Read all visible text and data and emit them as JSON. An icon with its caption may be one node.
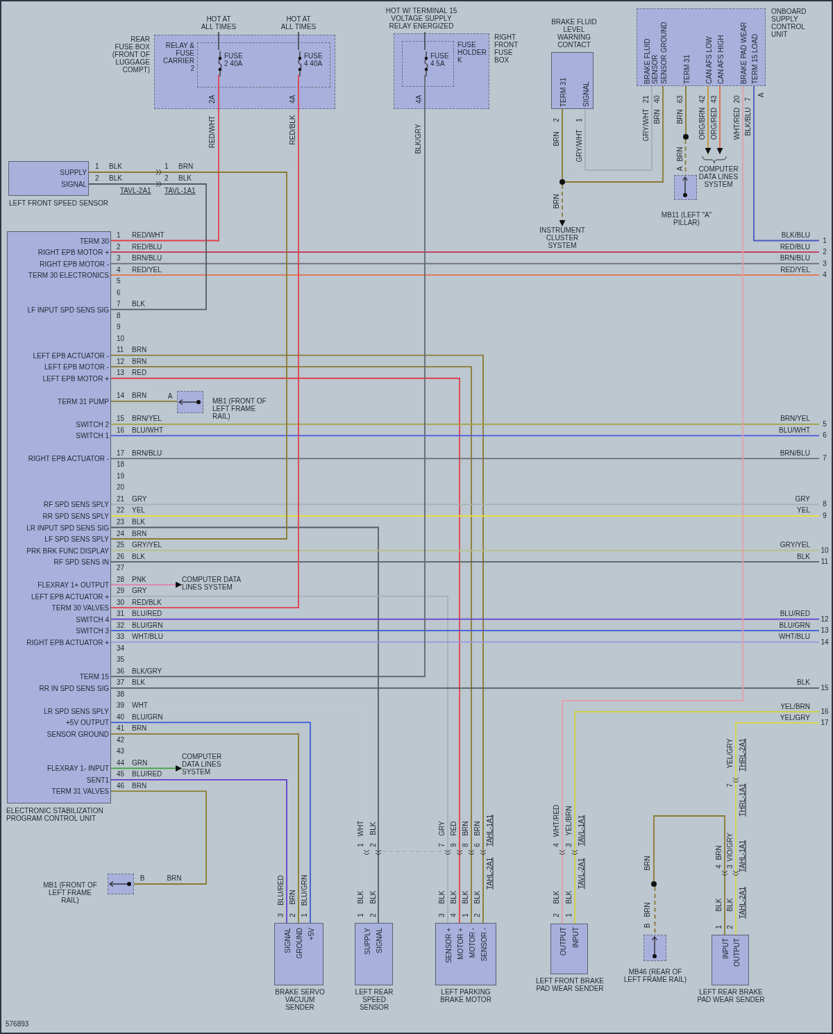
{
  "diagram": {
    "nodes": [
      {
        "text": [
          "HOT AT ALL TIMES"
        ]
      },
      {
        "text": [
          "HOT AT ALL TIMES"
        ]
      },
      {
        "text": [
          "HOT W/ TERMINAL 15 VOLTAGE SUPPLY RELAY ENERGIZED"
        ]
      },
      {
        "text": [
          "BRAKE FLUID LEVEL WARNING CONTACT",
          "TERM 31",
          "SIGNAL"
        ]
      },
      {
        "text": [
          "ONBOARD SUPPLY CONTROL UNIT",
          "BRAKE FLUID SENSOR",
          "SENSOR GROUND",
          "TERM 31",
          "CAN AFS LOW",
          "CAN AFS HIGH",
          "BRAKE PAD WEAR",
          "TERM 15 LOAD"
        ]
      },
      {
        "text": [
          "REAR FUSE BOX (FRONT OF LUGGAGE COMPT)"
        ]
      },
      {
        "text": [
          "RELAY & FUSE CARRIER 2"
        ],
        "in": 5
      },
      {
        "text": [
          "FUSE 2 40A"
        ],
        "in": 6
      },
      {
        "text": [
          "FUSE 4 40A"
        ],
        "in": 6
      },
      {
        "text": [
          "RIGHT FRONT FUSE BOX"
        ]
      },
      {
        "text": [
          "FUSE HOLDER K"
        ],
        "in": 9
      },
      {
        "text": [
          "FUSE 4 5A"
        ],
        "in": 10
      },
      {
        "text": [
          "COMPUTER DATA LINES SYSTEM"
        ]
      },
      {
        "text": [],
        "shape": "circle"
      },
      {
        "text": [
          "MB11 (LEFT \"A\" PILLAR)"
        ]
      },
      {
        "text": [],
        "shape": "circle"
      },
      {
        "text": [
          "INSTRUMENT CLUSTER SYSTEM"
        ]
      },
      {
        "text": [
          "SUPPLY",
          "SIGNAL",
          "LEFT FRONT SPEED SENSOR"
        ]
      },
      {
        "text": [
          "TERM 30",
          "RIGHT EPB MOTOR +",
          "RIGHT EPB MOTOR -",
          "TERM 30 ELECTRONICS",
          "LF INPUT SPD SENS SIG",
          "LEFT EPB ACTUATOR -",
          "LEFT EPB MOTOR -",
          "LEFT EPB MOTOR +",
          "TERM 31 PUMP",
          "SWITCH 2",
          "SWITCH 1",
          "RIGHT EPB ACTUATOR -",
          "RF SPD SENS SPLY",
          "RR SPD SENS SPLY",
          "LR INPUT SPD SENS SIG",
          "LF SPD SENS SPLY",
          "PRK BRK FUNC DISPLAY",
          "RF SPD SENS IN",
          "FLEXRAY 1+ OUTPUT",
          "LEFT EPB ACTUATOR +",
          "TERM 30 VALVES",
          "SWITCH 4",
          "SWITCH 3",
          "RIGHT EPB ACTUATOR +",
          "TERM 15",
          "RR IN SPD SENS SIG",
          "LR SPD SENS SPLY",
          "+5V OUTPUT",
          "SENSOR GROUND",
          "FLEXRAY 1- INPUT",
          "SENT1",
          "TERM 31 VALVES",
          "ELECTRONIC STABILIZATION PROGRAM CONTROL UNIT"
        ]
      },
      {
        "text": [
          "MB1 (FRONT OF LEFT FRAME RAIL)"
        ]
      },
      {
        "text": [
          "COMPUTER DATA LINES SYSTEM"
        ]
      },
      {
        "text": [
          "COMPUTER DATA LINES SYSTEM"
        ]
      },
      {
        "text": [
          "1"
        ]
      },
      {
        "text": [
          "2"
        ]
      },
      {
        "text": [
          "3"
        ]
      },
      {
        "text": [
          "4"
        ]
      },
      {
        "text": [
          "5"
        ]
      },
      {
        "text": [
          "6"
        ]
      },
      {
        "text": [
          "7"
        ]
      },
      {
        "text": [
          "8"
        ]
      },
      {
        "text": [
          "9"
        ]
      },
      {
        "text": [
          "10"
        ]
      },
      {
        "text": [
          "11"
        ]
      },
      {
        "text": [
          "12"
        ]
      },
      {
        "text": [
          "13"
        ]
      },
      {
        "text": [
          "14"
        ]
      },
      {
        "text": [
          "15"
        ]
      },
      {
        "text": [
          "16"
        ]
      },
      {
        "text": [
          "17"
        ]
      },
      {
        "text": [
          "MB1 (FRONT OF LEFT FRAME RAIL)"
        ]
      },
      {
        "text": [],
        "shape": "circle"
      },
      {
        "text": [
          "SIGNAL",
          "GROUND",
          "+5V",
          "BRAKE SERVO VACUUM SENDER"
        ]
      },
      {
        "text": [
          "SUPPLY",
          "SIGNAL",
          "LEFT REAR SPEED SENSOR"
        ]
      },
      {
        "text": [
          "SENSOR +",
          "MOTOR +",
          "MOTOR -",
          "SENSOR -",
          "LEFT PARKING BRAKE MOTOR"
        ]
      },
      {
        "text": [
          "OUTPUT",
          "INPUT",
          "LEFT FRONT BRAKE PAD WEAR SENDER"
        ]
      },
      {
        "text": [
          "MB46 (REAR OF LEFT FRAME RAIL)"
        ]
      },
      {
        "text": [
          "INPUT",
          "OUTPUT",
          "LEFT REAR BRAKE PAD WEAR SENDER"
        ]
      }
    ],
    "edges": [
      {
        "from": 0,
        "to": 7,
        "arrow": "none",
        "color": "#4a5058"
      },
      {
        "from": 1,
        "to": 8,
        "arrow": "none",
        "color": "#4a5058"
      },
      {
        "from": 2,
        "to": 11,
        "arrow": "none",
        "color": "#4a5058"
      },
      {
        "from": 18,
        "to": 7,
        "arrow": "none",
        "color": "#e0404e"
      },
      {
        "from": 18,
        "to": 23,
        "arrow": "none",
        "color": "#c8406a"
      },
      {
        "from": 18,
        "to": 24,
        "arrow": "none",
        "color": "#6f6b70"
      },
      {
        "from": 18,
        "to": 25,
        "arrow": "none",
        "color": "#e8704a"
      },
      {
        "from": 18,
        "to": 17,
        "arrow": "none",
        "color": "#555c63"
      },
      {
        "from": 18,
        "to": 43,
        "arrow": "none",
        "color": "#8a7a30"
      },
      {
        "from": 18,
        "to": 43,
        "arrow": "none",
        "color": "#8a7a30"
      },
      {
        "from": 18,
        "to": 43,
        "arrow": "none",
        "color": "#e0404e"
      },
      {
        "from": 18,
        "to": 19,
        "arrow": "none",
        "color": "#8a7a30"
      },
      {
        "from": 18,
        "to": 26,
        "arrow": "none",
        "color": "#a8a040"
      },
      {
        "from": 18,
        "to": 27,
        "arrow": "none",
        "color": "#4a58e0"
      },
      {
        "from": 18,
        "to": 28,
        "arrow": "none",
        "color": "#6f6b70"
      },
      {
        "from": 18,
        "to": 29,
        "arrow": "none",
        "color": "#a9aeb2"
      },
      {
        "from": 18,
        "to": 30,
        "arrow": "none",
        "color": "#e4e040"
      },
      {
        "from": 18,
        "to": 42,
        "arrow": "none",
        "color": "#555c63"
      },
      {
        "from": 18,
        "to": 17,
        "arrow": "none",
        "color": "#8a7a30"
      },
      {
        "from": 18,
        "to": 31,
        "arrow": "none",
        "color": "#b8c088"
      },
      {
        "from": 18,
        "to": 32,
        "arrow": "none",
        "color": "#555c63"
      },
      {
        "from": 18,
        "to": 20,
        "arrow": "to",
        "color": "#e080b0"
      },
      {
        "from": 18,
        "to": 43,
        "arrow": "none",
        "color": "#a9aeb2"
      },
      {
        "from": 18,
        "to": 8,
        "arrow": "none",
        "color": "#e0404e"
      },
      {
        "from": 18,
        "to": 33,
        "arrow": "none",
        "color": "#6040d0"
      },
      {
        "from": 18,
        "to": 34,
        "arrow": "none",
        "color": "#3a58d8"
      },
      {
        "from": 18,
        "to": 35,
        "arrow": "none",
        "color": "#9898e0"
      },
      {
        "from": 18,
        "to": 11,
        "arrow": "none",
        "color": "#606870"
      },
      {
        "from": 18,
        "to": 36,
        "arrow": "none",
        "color": "#555c63"
      },
      {
        "from": 18,
        "to": 42,
        "arrow": "none",
        "color": "#c4c8cc"
      },
      {
        "from": 18,
        "to": 41,
        "arrow": "none",
        "color": "#3a58d8"
      },
      {
        "from": 18,
        "to": 41,
        "arrow": "none",
        "color": "#8a7a30"
      },
      {
        "from": 18,
        "to": 21,
        "arrow": "to",
        "color": "#40a040"
      },
      {
        "from": 18,
        "to": 41,
        "arrow": "none",
        "color": "#6040d0"
      },
      {
        "from": 18,
        "to": 39,
        "arrow": "none",
        "color": "#8a7a30"
      },
      {
        "from": 4,
        "to": 3,
        "arrow": "none",
        "color": "#a9aeb2"
      },
      {
        "from": 4,
        "to": 15,
        "arrow": "none",
        "color": "#8a7a30"
      },
      {
        "from": 3,
        "to": 15,
        "arrow": "none",
        "color": "#8a7a30"
      },
      {
        "from": 15,
        "to": 16,
        "arrow": "to",
        "style": "dashed",
        "color": "#8a7a30"
      },
      {
        "from": 4,
        "to": 13,
        "arrow": "none",
        "color": "#8a7a30"
      },
      {
        "from": 13,
        "to": 14,
        "arrow": "none",
        "style": "dashed",
        "color": "#8a7a30"
      },
      {
        "from": 4,
        "to": 12,
        "arrow": "to",
        "color": "#c89030"
      },
      {
        "from": 4,
        "to": 12,
        "arrow": "to",
        "color": "#e07040"
      },
      {
        "from": 4,
        "to": 44,
        "arrow": "none",
        "color": "#e0a0a8"
      },
      {
        "from": 4,
        "to": 22,
        "arrow": "none",
        "color": "#4a58c0"
      },
      {
        "from": 44,
        "to": 37,
        "arrow": "none",
        "color": "#d0d040"
      },
      {
        "from": 46,
        "to": 38,
        "arrow": "none",
        "color": "#d8d850"
      },
      {
        "from": 46,
        "to": 40,
        "arrow": "none",
        "color": "#8a7a30"
      },
      {
        "from": 40,
        "to": 45,
        "arrow": "none",
        "style": "dashed",
        "color": "#8a7a30"
      }
    ],
    "labels": [
      "2A",
      "RED/WHT",
      "4A",
      "RED/BLK",
      "4A",
      "BLK/GRY",
      "2",
      "1",
      "BRN",
      "GRY/WHT",
      "BRN",
      "21",
      "40",
      "63",
      "42",
      "43",
      "20",
      "7",
      "A",
      "GRY/WHT",
      "BRN",
      "BRN",
      "ORG/BRN",
      "ORG/RED",
      "WHT/RED",
      "BLK/BLU",
      "BRN",
      "A",
      "1",
      "BLK",
      "1",
      "BRN",
      "2",
      "BLK",
      "2",
      "BLK",
      "TAVL-2A1",
      "TAVL-1A1",
      "A",
      "1",
      "RED/WHT",
      "2",
      "RED/BLU",
      "3",
      "BRN/BLU",
      "4",
      "RED/YEL",
      "5",
      "6",
      "7",
      "BLK",
      "8",
      "9",
      "10",
      "11",
      "BRN",
      "12",
      "BRN",
      "13",
      "RED",
      "14",
      "BRN",
      "15",
      "BRN/YEL",
      "16",
      "BLU/WHT",
      "17",
      "BRN/BLU",
      "18",
      "19",
      "20",
      "21",
      "GRY",
      "22",
      "YEL",
      "23",
      "BLK",
      "24",
      "BRN",
      "25",
      "GRY/YEL",
      "26",
      "BLK",
      "27",
      "28",
      "PNK",
      "29",
      "GRY",
      "30",
      "RED/BLK",
      "31",
      "BLU/RED",
      "32",
      "BLU/GRN",
      "33",
      "WHT/BLU",
      "34",
      "35",
      "36",
      "BLK/GRY",
      "37",
      "BLK",
      "38",
      "39",
      "WHT",
      "40",
      "BLU/GRN",
      "41",
      "BRN",
      "42",
      "43",
      "44",
      "GRN",
      "45",
      "BLU/RED",
      "46",
      "BRN",
      "BLK/BLU",
      "RED/BLU",
      "BRN/BLU",
      "RED/YEL",
      "BRN/YEL",
      "BLU/WHT",
      "BRN/BLU",
      "GRY",
      "YEL",
      "GRY/YEL",
      "BLK",
      "BLU/RED",
      "BLU/GRN",
      "WHT/BLU",
      "BLK",
      "YEL/BRN",
      "YEL/GRY",
      "B",
      "BRN",
      "YEL/GRY",
      "THRL-2A1",
      "7",
      "THRL-1A1",
      "WHT",
      "BLK",
      "1",
      "2",
      "GRY",
      "RED",
      "BRN",
      "BRN",
      "TAHL-1A1",
      "7",
      "9",
      "8",
      "6",
      "TAHL-2A1",
      "WHT/RED",
      "YEL/BRN",
      "TAVL-1A1",
      "4",
      "3",
      "TAVL-2A1",
      "BRN",
      "BRN",
      "VIO/GRY",
      "TAHL-1A1",
      "4",
      "3",
      "BLU/RED",
      "BRN",
      "BLU/GRN",
      "3",
      "2",
      "1",
      "BLK",
      "BLK",
      "1",
      "2",
      "BLK",
      "BLK",
      "BLK",
      "BLK",
      "3",
      "4",
      "1",
      "2",
      "BLK",
      "BLK",
      "2",
      "1",
      "BRN",
      "B",
      "BLK",
      "BLK",
      "TAHL-2A1",
      "1",
      "2",
      "576893"
    ]
  }
}
